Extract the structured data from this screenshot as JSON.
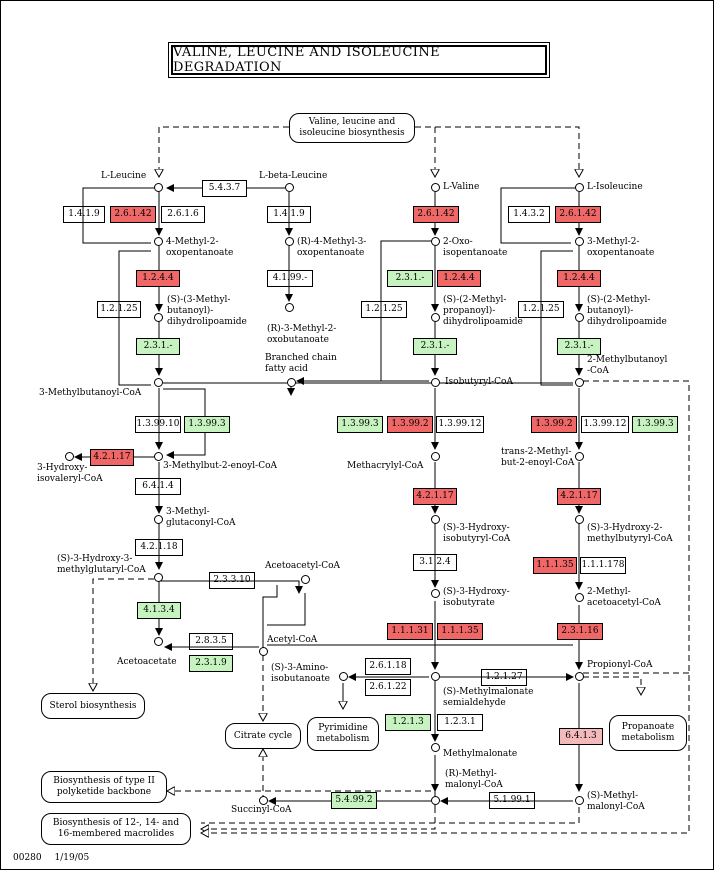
{
  "title": "VALINE, LEUCINE AND ISOLEUCINE DEGRADATION",
  "footer": {
    "map_id": "00280",
    "date": "1/19/05"
  },
  "colors": {
    "red": "#ef6767",
    "green": "#c6f3c0",
    "pink": "#f4b9ba",
    "white": "#ffffff"
  },
  "compounds": {
    "l_leucine": "L-Leucine",
    "l_beta_leucine": "L-beta-Leucine",
    "l_valine": "L-Valine",
    "l_isoleucine": "L-Isoleucine",
    "methyl_oxopentanoate_4": "4-Methyl-2-\noxopentanoate",
    "r4_methyl_oxopentanoate": "(R)-4-Methyl-3-\noxopentanoate",
    "oxo_isopentanoate": "2-Oxo-\nisopentanoate",
    "methyl_oxopentanoate_3": "3-Methyl-2-\noxopentanoate",
    "s3_methylbutanoyl_dhl": "(S)-(3-Methyl-\nbutanoyl)-\ndihydrolipoamide",
    "r3_methyl_oxobutanoate": "(R)-3-Methyl-2-\noxobutanoate",
    "s2_methylpropanoyl_dhl": "(S)-(2-Methyl-\npropanoyl)-\ndihydrolipoamide",
    "s2_methylbutanoyl_dhl": "(S)-(2-Methyl-\nbutanoyl)-\ndihydrolipoamide",
    "branched_chain_fatty_acid": "Branched chain\nfatty acid",
    "methylbutanoyl_coa_3": "3-Methylbutanoyl-CoA",
    "isobutyryl_coa": "Isobutyryl-CoA",
    "methylbutanoyl_coa_2": "2-Methylbutanoyl\n-CoA",
    "hydroxy_isovaleryl_coa": "3-Hydroxy-\nisovaleryl-CoA",
    "methylbut_enoyl_coa": "3-Methylbut-2-enoyl-CoA",
    "methacrylyl_coa": "Methacrylyl-CoA",
    "trans_methylbut_enoyl_coa": "trans-2-Methyl-\nbut-2-enoyl-CoA",
    "methylglutaconyl_coa": "3-Methyl-\nglutaconyl-CoA",
    "s3_hydroxy_isobutyryl_coa": "(S)-3-Hydroxy-\nisobutyryl-CoA",
    "s3_hydroxy_methylbutyryl_coa": "(S)-3-Hydroxy-2-\nmethylbutyryl-CoA",
    "hmg_coa": "(S)-3-Hydroxy-3-\nmethylglutaryl-CoA",
    "acetoacetyl_coa": "Acetoacetyl-CoA",
    "s3_hydroxy_isobutyrate": "(S)-3-Hydroxy-\nisobutyrate",
    "methyl_acetoacetyl_coa": "2-Methyl-\nacetoacetyl-CoA",
    "acetoacetate": "Acetoacetate",
    "acetyl_coa": "Acetyl-CoA",
    "s3_amino_isobutanoate": "(S)-3-Amino-\nisobutanoate",
    "s_methylmalonate_semialdehyde": "(S)-Methylmalonate\nsemialdehyde",
    "propionyl_coa": "Propionyl-CoA",
    "methylmalonate": "Methylmalonate",
    "r_methylmalonyl_coa": "(R)-Methyl-\nmalonyl-CoA",
    "s_methylmalonyl_coa": "(S)-Methyl-\nmalonyl-CoA",
    "succinyl_coa": "Succinyl-CoA"
  },
  "pathways": {
    "biosynthesis": "Valine, leucine and\nisoleucine biosynthesis",
    "sterol": "Sterol biosynthesis",
    "citrate": "Citrate cycle",
    "pyrimidine": "Pyrimidine\nmetabolism",
    "propanoate": "Propanoate\nmetabolism",
    "type2_polyketide": "Biosynthesis of type II\npolyketide backbone",
    "macrolides": "Biosynthesis of 12-, 14- and\n16-membered macrolides"
  },
  "enzymes": [
    {
      "id": "e1",
      "label": "5.4.3.7",
      "color": "white"
    },
    {
      "id": "e2",
      "label": "1.4.1.9",
      "color": "white"
    },
    {
      "id": "e3",
      "label": "2.6.1.42",
      "color": "red"
    },
    {
      "id": "e4",
      "label": "2.6.1.6",
      "color": "white"
    },
    {
      "id": "e5",
      "label": "1.4.1.9",
      "color": "white"
    },
    {
      "id": "e6",
      "label": "2.6.1.42",
      "color": "red"
    },
    {
      "id": "e7",
      "label": "1.4.3.2",
      "color": "white"
    },
    {
      "id": "e8",
      "label": "2.6.1.42",
      "color": "red"
    },
    {
      "id": "e9",
      "label": "1.2.4.4",
      "color": "red"
    },
    {
      "id": "e10",
      "label": "4.1.99.-",
      "color": "white"
    },
    {
      "id": "e11",
      "label": "2.3.1.-",
      "color": "green"
    },
    {
      "id": "e12",
      "label": "1.2.4.4",
      "color": "red"
    },
    {
      "id": "e13",
      "label": "1.2.4.4",
      "color": "red"
    },
    {
      "id": "e14",
      "label": "1.2.1.25",
      "color": "white"
    },
    {
      "id": "e15",
      "label": "1.2.1.25",
      "color": "white"
    },
    {
      "id": "e16",
      "label": "1.2.1.25",
      "color": "white"
    },
    {
      "id": "e17",
      "label": "2.3.1.-",
      "color": "green"
    },
    {
      "id": "e18",
      "label": "2.3.1.-",
      "color": "green"
    },
    {
      "id": "e19",
      "label": "2.3.1.-",
      "color": "green"
    },
    {
      "id": "e20",
      "label": "1.3.99.10",
      "color": "white"
    },
    {
      "id": "e21",
      "label": "1.3.99.3",
      "color": "green"
    },
    {
      "id": "e22",
      "label": "1.3.99.3",
      "color": "green"
    },
    {
      "id": "e23",
      "label": "1.3.99.2",
      "color": "red"
    },
    {
      "id": "e24",
      "label": "1.3.99.12",
      "color": "white"
    },
    {
      "id": "e25",
      "label": "1.3.99.2",
      "color": "red"
    },
    {
      "id": "e26",
      "label": "1.3.99.12",
      "color": "white"
    },
    {
      "id": "e27",
      "label": "1.3.99.3",
      "color": "green"
    },
    {
      "id": "e28",
      "label": "4.2.1.17",
      "color": "red"
    },
    {
      "id": "e29",
      "label": "6.4.1.4",
      "color": "white"
    },
    {
      "id": "e30",
      "label": "4.2.1.17",
      "color": "red"
    },
    {
      "id": "e31",
      "label": "4.2.1.17",
      "color": "red"
    },
    {
      "id": "e32",
      "label": "4.2.1.18",
      "color": "white"
    },
    {
      "id": "e33",
      "label": "3.1.2.4",
      "color": "white"
    },
    {
      "id": "e34",
      "label": "1.1.1.35",
      "color": "red"
    },
    {
      "id": "e35",
      "label": "1.1.1.178",
      "color": "white"
    },
    {
      "id": "e36",
      "label": "2.3.3.10",
      "color": "white"
    },
    {
      "id": "e37",
      "label": "4.1.3.4",
      "color": "green"
    },
    {
      "id": "e38",
      "label": "2.8.3.5",
      "color": "white"
    },
    {
      "id": "e39",
      "label": "2.3.1.9",
      "color": "green"
    },
    {
      "id": "e40",
      "label": "1.1.1.31",
      "color": "red"
    },
    {
      "id": "e41",
      "label": "1.1.1.35",
      "color": "red"
    },
    {
      "id": "e42",
      "label": "2.3.1.16",
      "color": "red"
    },
    {
      "id": "e43",
      "label": "2.6.1.18",
      "color": "white"
    },
    {
      "id": "e44",
      "label": "2.6.1.22",
      "color": "white"
    },
    {
      "id": "e45",
      "label": "1.2.1.27",
      "color": "white"
    },
    {
      "id": "e46",
      "label": "1.2.1.3",
      "color": "green"
    },
    {
      "id": "e47",
      "label": "1.2.3.1",
      "color": "white"
    },
    {
      "id": "e48",
      "label": "6.4.1.3",
      "color": "pink"
    },
    {
      "id": "e49",
      "label": "5.4.99.2",
      "color": "green"
    },
    {
      "id": "e50",
      "label": "5.1.99.1",
      "color": "white"
    }
  ]
}
